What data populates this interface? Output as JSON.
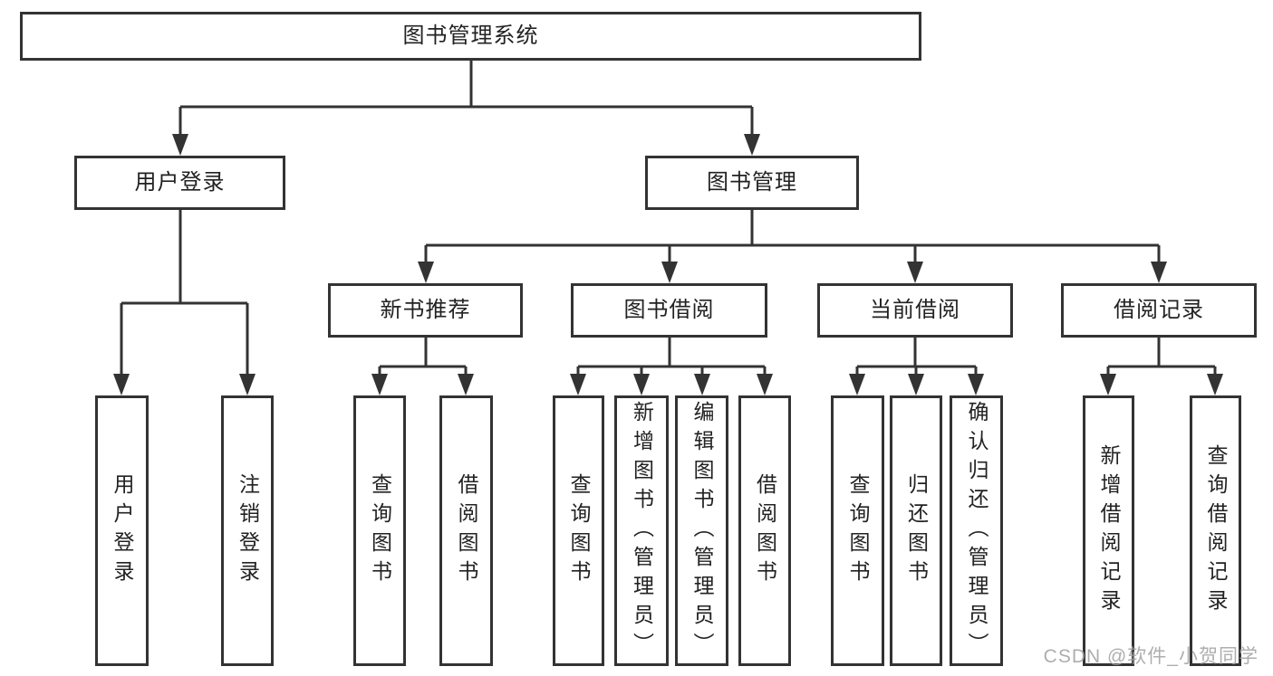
{
  "diagram": {
    "title": "图书管理系统",
    "branches": [
      {
        "label": "用户登录",
        "children": [
          "用户登录",
          "注销登录"
        ]
      },
      {
        "label": "图书管理",
        "sections": [
          {
            "label": "新书推荐",
            "children": [
              "查询图书",
              "借阅图书"
            ]
          },
          {
            "label": "图书借阅",
            "children": [
              "查询图书",
              "新增图书（管理员）",
              "编辑图书（管理员）",
              "借阅图书"
            ]
          },
          {
            "label": "当前借阅",
            "children": [
              "查询图书",
              "归还图书",
              "确认归还（管理员）"
            ]
          },
          {
            "label": "借阅记录",
            "children": [
              "新增借阅记录",
              "查询借阅记录"
            ]
          }
        ]
      }
    ]
  },
  "watermark": "CSDN @软件_小贺同学",
  "colors": {
    "line": "#333333",
    "box_border": "#333333",
    "text": "#222222",
    "watermark": "#a0a0a0",
    "background": "#ffffff"
  }
}
